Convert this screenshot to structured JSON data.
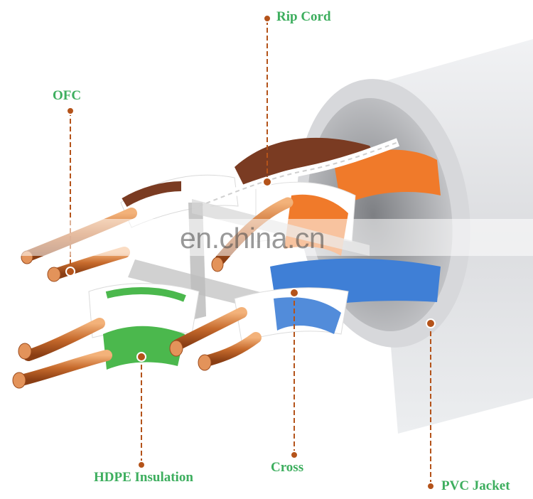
{
  "labels": {
    "rip_cord": "Rip Cord",
    "ofc": "OFC",
    "hdpe_insulation": "HDPE Insulation",
    "cross": "Cross",
    "pvc_jacket": "PVC Jacket"
  },
  "watermark": "en.china.cn",
  "colors": {
    "label_text": "#3dae5e",
    "leader_line": "#b4531a",
    "jacket": "#e2e3e6",
    "copper": "#c66a2c",
    "orange_pair": "#f07a2a",
    "blue_pair": "#3f7fd6",
    "green_pair": "#4bb84d",
    "brown_pair": "#7a3b22",
    "cross_separator": "#c2c2c2"
  }
}
